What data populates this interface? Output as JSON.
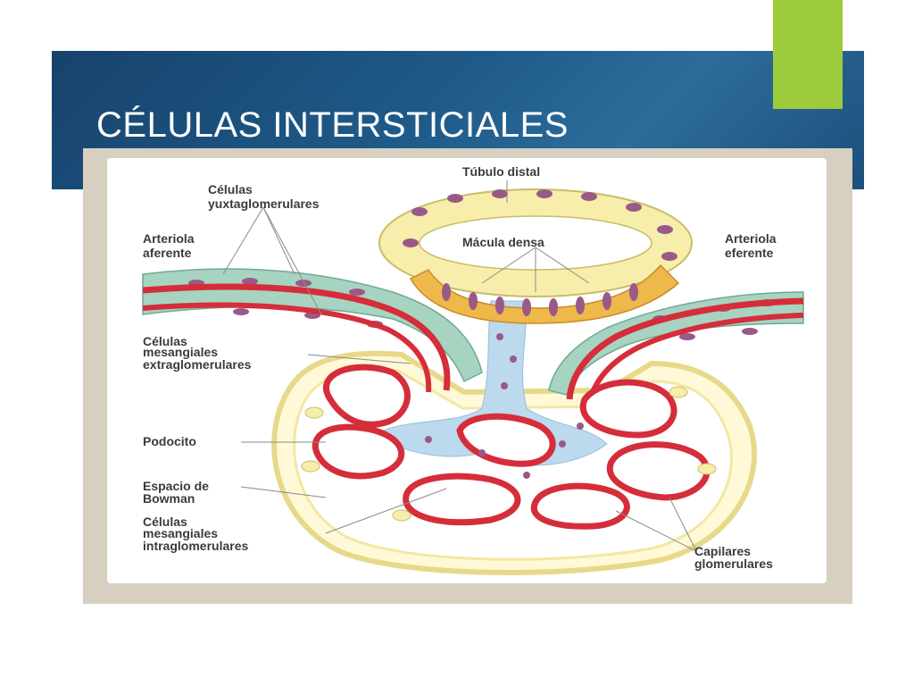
{
  "slide": {
    "title": "CÉLULAS INTERSTICIALES"
  },
  "diagram": {
    "labels": {
      "tubulo_distal": "Túbulo distal",
      "celulas_yuxta_1": "Células",
      "celulas_yuxta_2": "yuxtaglomerulares",
      "arteriola_aferente_1": "Arteriola",
      "arteriola_aferente_2": "aferente",
      "macula_densa": "Mácula densa",
      "arteriola_eferente_1": "Arteriola",
      "arteriola_eferente_2": "eferente",
      "mesangiales_extra_1": "Células",
      "mesangiales_extra_2": "mesangiales",
      "mesangiales_extra_3": "extraglomerulares",
      "podocito": "Podocito",
      "espacio_1": "Espacio de",
      "espacio_2": "Bowman",
      "mesangiales_intra_1": "Células",
      "mesangiales_intra_2": "mesangiales",
      "mesangiales_intra_3": "intraglomerulares",
      "capilares_1": "Capilares",
      "capilares_2": "glomerulares"
    }
  },
  "colors": {
    "title_band": "#1e5a89",
    "accent": "#9dcb3b",
    "frame": "#d7d0c1",
    "capillary_red": "#d52d3a",
    "epithelium_yellow": "#f6eeaa",
    "macula_orange": "#efb84a",
    "juxta_green": "#a6d4c0",
    "mesangial_blue": "#bcd9ee",
    "nucleus_purple": "#9a5a88"
  }
}
